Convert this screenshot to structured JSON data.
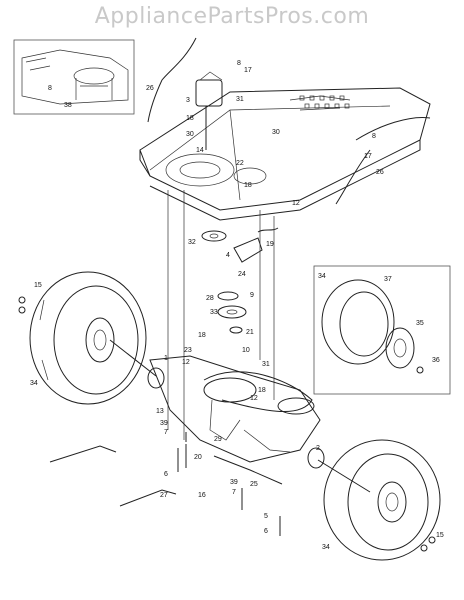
{
  "watermark": "AppliancePartsPros.com",
  "callouts": [
    {
      "id": "c8a",
      "label": "8"
    },
    {
      "id": "c38",
      "label": "38"
    },
    {
      "id": "c26a",
      "label": "26"
    },
    {
      "id": "c8b",
      "label": "8"
    },
    {
      "id": "c17a",
      "label": "17"
    },
    {
      "id": "c3",
      "label": "3"
    },
    {
      "id": "c31a",
      "label": "31"
    },
    {
      "id": "c18a",
      "label": "18"
    },
    {
      "id": "c30a",
      "label": "30"
    },
    {
      "id": "c14",
      "label": "14"
    },
    {
      "id": "c30b",
      "label": "30"
    },
    {
      "id": "c8c",
      "label": "8"
    },
    {
      "id": "c17b",
      "label": "17"
    },
    {
      "id": "c22",
      "label": "22"
    },
    {
      "id": "c18b",
      "label": "18"
    },
    {
      "id": "c26b",
      "label": "26"
    },
    {
      "id": "c12a",
      "label": "12"
    },
    {
      "id": "c32",
      "label": "32"
    },
    {
      "id": "c19",
      "label": "19"
    },
    {
      "id": "c4",
      "label": "4"
    },
    {
      "id": "c24",
      "label": "24"
    },
    {
      "id": "c28",
      "label": "28"
    },
    {
      "id": "c9",
      "label": "9"
    },
    {
      "id": "c33",
      "label": "33"
    },
    {
      "id": "c15a",
      "label": "15"
    },
    {
      "id": "c34a",
      "label": "34"
    },
    {
      "id": "c21",
      "label": "21"
    },
    {
      "id": "c18c",
      "label": "18"
    },
    {
      "id": "c10",
      "label": "10"
    },
    {
      "id": "c23",
      "label": "23"
    },
    {
      "id": "c1",
      "label": "1"
    },
    {
      "id": "c12b",
      "label": "12"
    },
    {
      "id": "c31b",
      "label": "31"
    },
    {
      "id": "c18d",
      "label": "18"
    },
    {
      "id": "c12c",
      "label": "12"
    },
    {
      "id": "c13",
      "label": "13"
    },
    {
      "id": "c39a",
      "label": "39"
    },
    {
      "id": "c7a",
      "label": "7"
    },
    {
      "id": "c29",
      "label": "29"
    },
    {
      "id": "c20",
      "label": "20"
    },
    {
      "id": "c6a",
      "label": "6"
    },
    {
      "id": "c2",
      "label": "2"
    },
    {
      "id": "c27",
      "label": "27"
    },
    {
      "id": "c16",
      "label": "16"
    },
    {
      "id": "c39b",
      "label": "39"
    },
    {
      "id": "c25",
      "label": "25"
    },
    {
      "id": "c7b",
      "label": "7"
    },
    {
      "id": "c5",
      "label": "5"
    },
    {
      "id": "c6b",
      "label": "6"
    },
    {
      "id": "c34b",
      "label": "34"
    },
    {
      "id": "c15b",
      "label": "15"
    },
    {
      "id": "c34c",
      "label": "34"
    },
    {
      "id": "c37",
      "label": "37"
    },
    {
      "id": "c35",
      "label": "35"
    },
    {
      "id": "c36",
      "label": "36"
    }
  ]
}
